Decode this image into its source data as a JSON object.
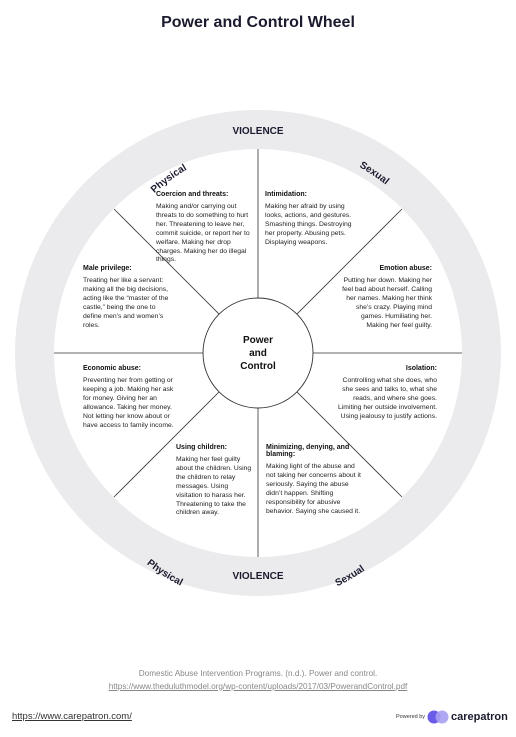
{
  "page": {
    "title": "Power and Control Wheel"
  },
  "wheel": {
    "outer_top_label": "VIOLENCE",
    "outer_bottom_label": "VIOLENCE",
    "physical_label": "Physical",
    "sexual_label": "Sexual",
    "center_lines": [
      "Power",
      "and",
      "Control"
    ],
    "segments": [
      {
        "title": "Coercion and threats:",
        "body": "Making and/or carrying out threats to do something to hurt her. Threatening to leave her, commit suicide, or report her to welfare. Making her drop charges. Making her do illegal things."
      },
      {
        "title": "Intimidation:",
        "body": "Making her afraid by using looks, actions, and gestures. Smashing things. Destroying her property. Abusing pets. Displaying weapons."
      },
      {
        "title": "Male privilege:",
        "body": "Treating her like a servant: making all the big decisions, acting like the “master of the castle,” being the one to define men’s and women’s roles."
      },
      {
        "title": "Emotion abuse:",
        "body": "Putting her down. Making her feel bad about herself. Calling her names. Making her think she’s crazy. Playing mind games. Humiliating her. Making her feel guilty."
      },
      {
        "title": "Economic abuse:",
        "body": "Preventing her from getting or keeping a job. Making her ask for money. Giving her an allowance. Taking her money. Not letting her know about or have access to family income."
      },
      {
        "title": "Isolation:",
        "body": "Controlling what she does, who she sees and talks to, what she reads, and where she goes. Limiting her outside involvement. Using jealousy to justify actions."
      },
      {
        "title": "Using children:",
        "body": "Making her feel guilty about the children. Using the children to relay messages. Using visitation to harass her. Threatening to take the children away."
      },
      {
        "title": "Minimizing, denying, and blaming:",
        "body": "Making light of the abuse and not taking her concerns about it seriously. Saying the abuse didn’t happen. Shifting responsibility for abusive behavior. Saying she caused it."
      }
    ]
  },
  "citation": {
    "line1": "Domestic Abuse Intervention Programs. (n.d.). Power and control.",
    "url": "https://www.theduluthmodel.org/wp-content/uploads/2017/03/PowerandControl.pdf"
  },
  "footer": {
    "link": "https://www.carepatron.com/",
    "powered_by": "Powered by",
    "brand": "carepatron",
    "brand_color": "#6b5ce7"
  }
}
